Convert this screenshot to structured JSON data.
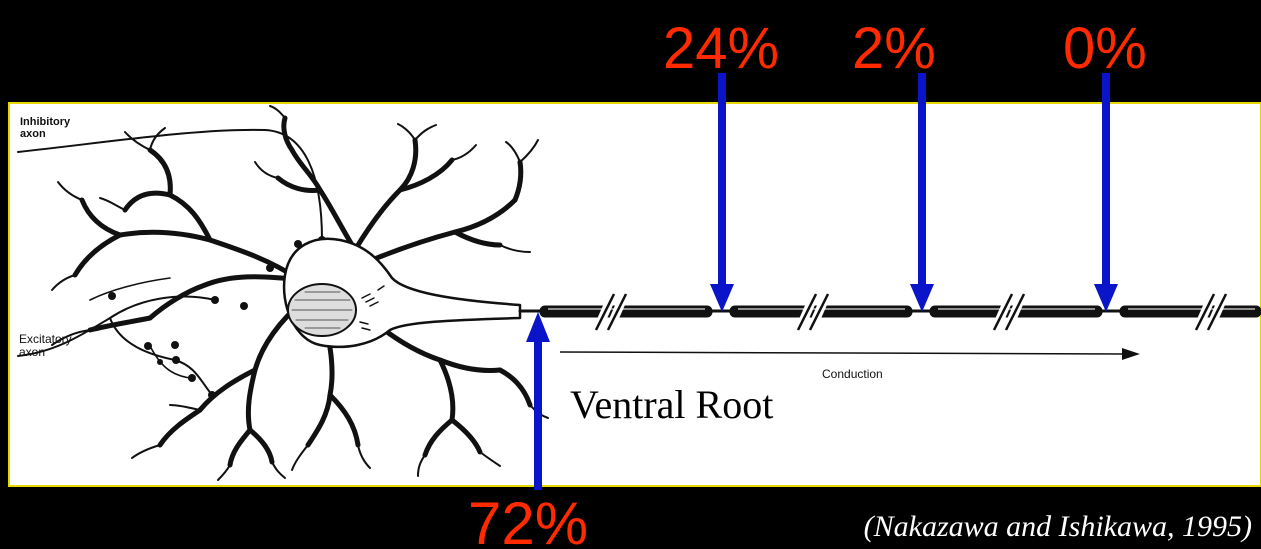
{
  "labels": {
    "inhibitory_line1": "Inhibitory",
    "inhibitory_line2": "axon",
    "excitatory_line1": "Excitatory",
    "excitatory_line2": "axon",
    "conduction": "Conduction",
    "ventral_root": "Ventral Root",
    "citation": "(Nakazawa and Ishikawa, 1995)"
  },
  "percentages": {
    "ventral_root": "72%",
    "node_1": "24%",
    "node_2": "2%",
    "node_3": "0%"
  },
  "colors": {
    "background": "#000000",
    "panel": "#ffffff",
    "panel_border": "#e6d800",
    "percent_text": "#ff2a00",
    "arrow": "#0a14c8",
    "citation_text": "#ffffff",
    "ink": "#111111"
  }
}
